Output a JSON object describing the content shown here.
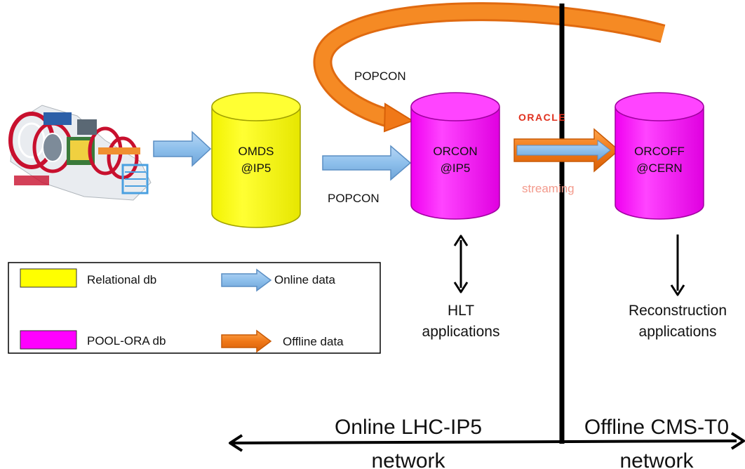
{
  "colors": {
    "relational_db": "#ffff00",
    "pool_ora_db": "#ff00ff",
    "online_arrow": "#8ec0ec",
    "offline_arrow": "#f07818",
    "oracle_logo": "#e0301e",
    "streaming_text": "#f39a8c"
  },
  "icons": {
    "detector": "cms-detector-icon",
    "oracle": "oracle-logo"
  },
  "databases": {
    "omds": {
      "line1": "OMDS",
      "line2": "@IP5"
    },
    "orcon": {
      "line1": "ORCON",
      "line2": "@IP5"
    },
    "orcoff": {
      "line1": "ORCOFF",
      "line2": "@CERN"
    }
  },
  "labels": {
    "popcon_top": "POPCON",
    "popcon_bottom": "POPCON",
    "oracle_logo": "ORACLE",
    "streaming": "streaming",
    "hlt_line1": "HLT",
    "hlt_line2": "applications",
    "reco_line1": "Reconstruction",
    "reco_line2": "applications"
  },
  "legend": {
    "relational_db": "Relational db",
    "pool_ora_db": "POOL-ORA db",
    "online_data": "Online data",
    "offline_data": "Offline data"
  },
  "networks": {
    "online_line1": "Online LHC-IP5",
    "online_line2": "network",
    "offline_line1": "Offline CMS-T0",
    "offline_line2": "network"
  }
}
